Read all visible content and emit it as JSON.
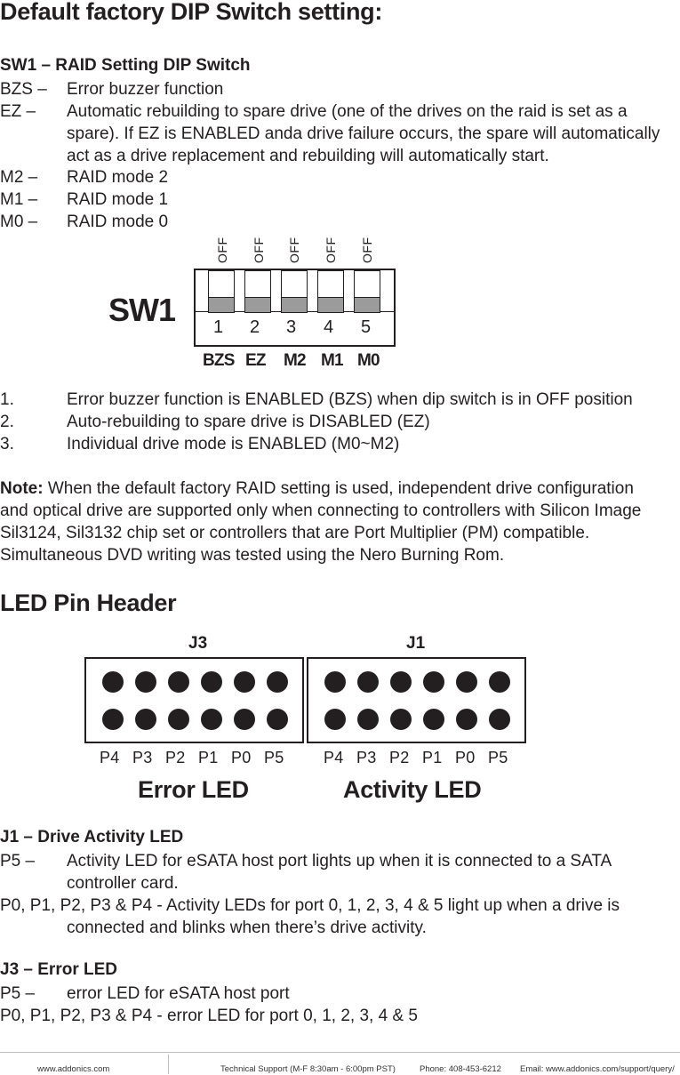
{
  "title": "Default factory DIP Switch setting:",
  "sw1_section": {
    "heading": "SW1 – RAID Setting DIP Switch",
    "items": [
      {
        "term": "BZS –",
        "desc": "Error buzzer function"
      },
      {
        "term": "EZ   –",
        "desc": "Automatic rebuilding to spare drive (one of the drives on the raid is set as a spare). If EZ is ENABLED anda drive failure occurs, the spare will automatically act as a drive replacement and rebuilding will automatically start."
      },
      {
        "term": "M2  –",
        "desc": "RAID mode 2"
      },
      {
        "term": "M1  –",
        "desc": "RAID mode 1"
      },
      {
        "term": "M0  –",
        "desc": "RAID mode 0"
      }
    ]
  },
  "dip_switch": {
    "name": "SW1",
    "off_labels": [
      "OFF",
      "OFF",
      "OFF",
      "OFF",
      "OFF"
    ],
    "numbers": [
      "1",
      "2",
      "3",
      "4",
      "5"
    ],
    "labels": [
      "BZS",
      "EZ",
      "M2",
      "M1",
      "M0"
    ]
  },
  "notes_list": [
    {
      "num": "1.",
      "text": "Error buzzer function is ENABLED (BZS) when dip switch is in OFF position"
    },
    {
      "num": "2.",
      "text": "Auto-rebuilding to spare drive is DISABLED (EZ)"
    },
    {
      "num": "3.",
      "text": "Individual drive mode is ENABLED (M0~M2)"
    }
  ],
  "note": {
    "label": "Note:",
    "lines": [
      " When the default factory RAID setting is used, independent drive configuration",
      "and optical drive are supported only when connecting to controllers with Silicon Image",
      "Sil3124, Sil3132 chip set or controllers that are Port Multiplier (PM) compatible.",
      "Simultaneous DVD writing was tested using the Nero Burning Rom."
    ]
  },
  "led_header": {
    "title": "LED Pin Header",
    "j3": {
      "name": "J3",
      "pins": [
        "P4",
        "P3",
        "P2",
        "P1",
        "P0",
        "P5"
      ],
      "caption": "Error LED"
    },
    "j1": {
      "name": "J1",
      "pins": [
        "P4",
        "P3",
        "P2",
        "P1",
        "P0",
        "P5"
      ],
      "caption": "Activity LED"
    }
  },
  "j1_section": {
    "heading": "J1 – Drive Activity LED",
    "p5_term": "P5  –",
    "p5_lines": [
      "Activity LED for eSATA host port lights up when it is connected to a SATA",
      "controller card."
    ],
    "p0_lines": [
      "P0, P1, P2, P3 & P4 - Activity LEDs for port 0, 1, 2, 3, 4 & 5 light up when a drive is",
      "connected and blinks when there’s drive activity."
    ]
  },
  "j3_section": {
    "heading": "J3 – Error LED",
    "p5_term": "P5  –",
    "p5_text": "error LED for eSATA host port",
    "p0_text": "P0, P1, P2, P3 & P4 - error LED for port 0, 1, 2, 3, 4 & 5"
  },
  "footer": {
    "website": "www.addonics.com",
    "support": "Technical Support (M-F 8:30am - 6:00pm PST)",
    "phone": "Phone: 408-453-6212",
    "email": "Email: www.addonics.com/support/query/"
  }
}
